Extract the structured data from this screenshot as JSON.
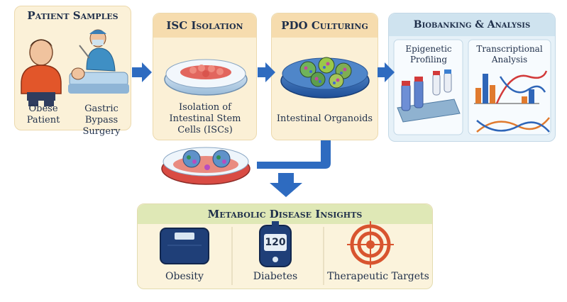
{
  "patient_samples": {
    "title": "Patient Samples",
    "obese_label": "Obese Patient",
    "surgery_label": "Gastric Bypass Surgery"
  },
  "isc_isolation": {
    "title": "ISC Isolation",
    "caption": "Isolation of Intestinal Stem Cells (ISCs)"
  },
  "pdo_culturing": {
    "title": "PDO Culturing",
    "caption": "Intestinal Organoids"
  },
  "biobanking": {
    "title": "Biobanking & Analysis",
    "epigenetic_label": "Epigenetic Profiling",
    "transcriptional_label": "Transcriptional Analysis"
  },
  "insights": {
    "title": "Metabolic Disease Insights",
    "glucometer_value": "120",
    "items": [
      {
        "label": "Obesity"
      },
      {
        "label": "Diabetes"
      },
      {
        "label": "Therapeutic Targets"
      }
    ]
  },
  "colors": {
    "cream_panel": "#fbf1d8",
    "peach_header": "#f6dcae",
    "blue_panel": "#e6f1f8",
    "blue_header": "#cfe3ef",
    "green_header": "#dfe8b6",
    "arrow_blue": "#2e6bc0"
  }
}
